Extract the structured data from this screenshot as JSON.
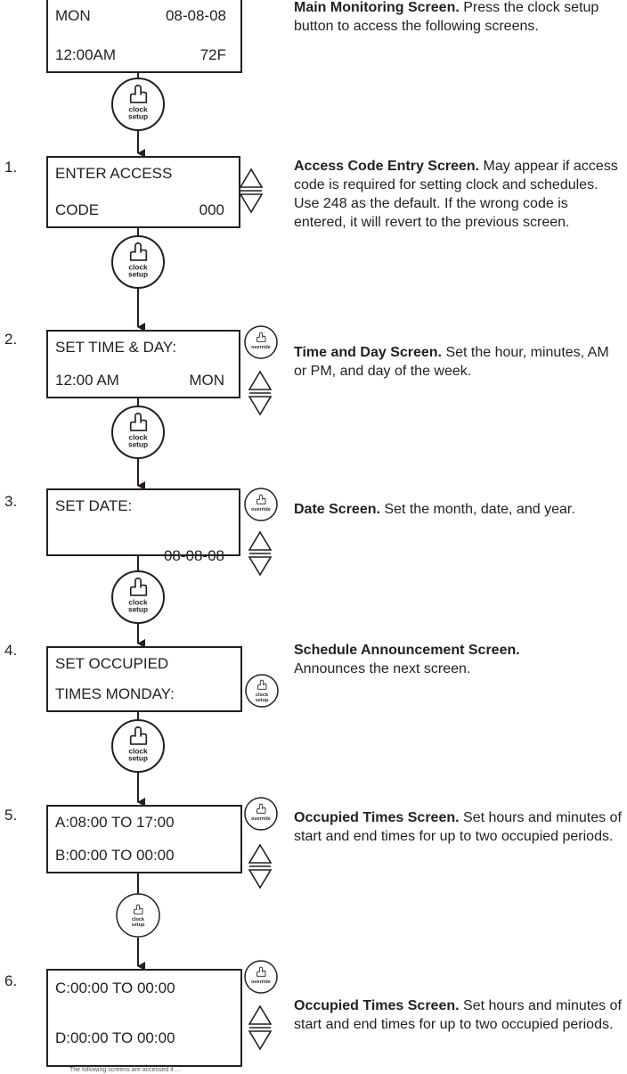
{
  "main": {
    "line1_left": "MON",
    "line1_right": "08-08-08",
    "line2_left": "12:00AM",
    "line2_right": "72F",
    "title": "Main Monitoring Screen.",
    "text": "Press the clock setup button to access the following screens."
  },
  "steps": [
    {
      "num": "1.",
      "line1_left": "ENTER ACCESS",
      "line1_right": "",
      "line2_left": "CODE",
      "line2_right": "000",
      "title": "Access Code Entry Screen.",
      "text": "May appear if access code is required for setting clock and schedules. Use 248 as the default. If the wrong code is entered, it will revert to the previous screen."
    },
    {
      "num": "2.",
      "line1_left": "SET TIME & DAY:",
      "line1_right": "",
      "line2_left": "12:00  AM",
      "line2_right": "MON",
      "title": "Time and Day Screen.",
      "text": "Set the hour, minutes, AM or PM, and day of the week."
    },
    {
      "num": "3.",
      "line1_left": "SET DATE:",
      "line1_right": "",
      "line2_left": "",
      "line2_right": "08-08-08",
      "title": "Date Screen.",
      "text": "Set the month, date, and year."
    },
    {
      "num": "4.",
      "line1_left": "SET OCCUPIED",
      "line1_right": "",
      "line2_left": "TIMES MONDAY:",
      "line2_right": "",
      "title": "Schedule Announcement Screen.",
      "text": "Announces the next screen."
    },
    {
      "num": "5.",
      "line1_left": "A:08:00 TO 17:00",
      "line1_right": "",
      "line2_left": "B:00:00 TO 00:00",
      "line2_right": "",
      "title": "Occupied Times Screen.",
      "text": "Set hours and minutes of start and end times for up to two occupied periods."
    },
    {
      "num": "6.",
      "line1_left": "C:00:00 TO 00:00",
      "line1_right": "",
      "line2_left": "D:00:00 TO 00:00",
      "line2_right": "",
      "title": "Occupied Times Screen.",
      "text": "Set hours and minutes of start and end times for up to two occupied periods."
    }
  ],
  "buttons": {
    "clock_line1": "clock",
    "clock_line2": "setup",
    "override": "override"
  },
  "footnote": "The following screens are accessed if ..."
}
